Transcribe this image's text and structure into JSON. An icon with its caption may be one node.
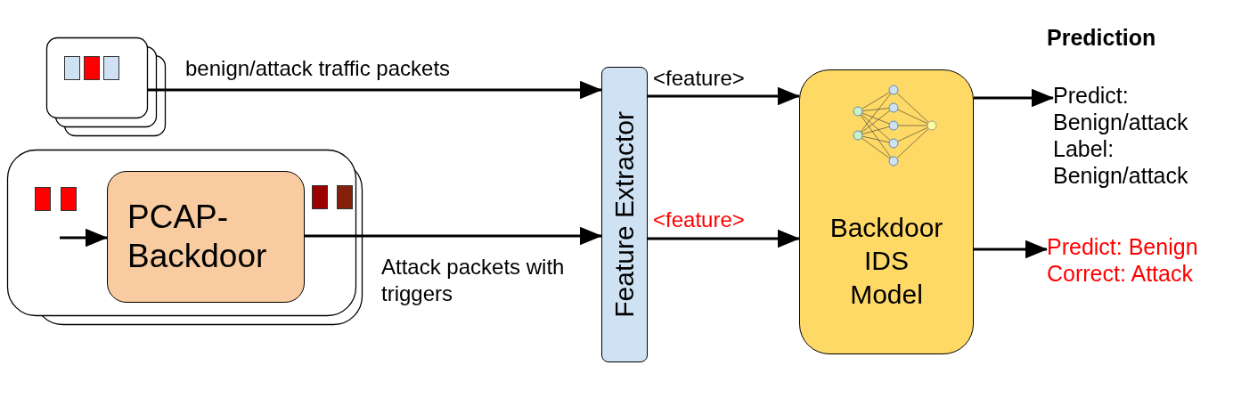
{
  "diagram": {
    "nodes": [
      {
        "text": [],
        "shape": "box"
      },
      {
        "text": [],
        "shape": "box"
      },
      {
        "text": [
          "PCAP-Backdoor"
        ],
        "in": 1
      },
      {
        "text": [
          "Feature Extractor"
        ]
      },
      {
        "text": [
          "Backdoor IDS Model"
        ]
      },
      {
        "text": [
          "Predict: Benign/attack",
          "Label: Benign/attack"
        ]
      },
      {
        "text": [
          "Predict: Benign Correct: Attack"
        ]
      }
    ],
    "edges": [
      {
        "from": 0,
        "to": 3,
        "arrow": "to",
        "label": "benign/attack traffic packets"
      },
      {
        "from": null,
        "to": 2,
        "arrow": "to"
      },
      {
        "from": 2,
        "to": 3,
        "arrow": "to",
        "label": "Attack packets with triggers"
      },
      {
        "from": 3,
        "to": 4,
        "arrow": "to",
        "label": "<feature>"
      },
      {
        "from": 3,
        "to": 4,
        "arrow": "to",
        "label": "<feature>"
      },
      {
        "from": 4,
        "to": 5,
        "arrow": "to"
      },
      {
        "from": 4,
        "to": 6,
        "arrow": "to"
      }
    ],
    "labels": [
      "Prediction"
    ]
  }
}
